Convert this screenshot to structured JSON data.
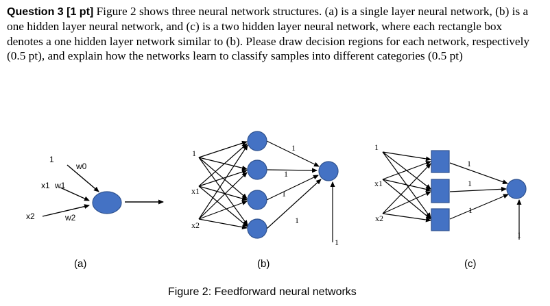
{
  "question": {
    "label": "Question 3 [1 pt]",
    "text": " Figure 2 shows three neural network structures. (a) is a single layer neural network, (b) is a one hidden layer neural network, and (c) is a two hidden layer neural network, where each rectangle box denotes a one hidden layer network similar to (b). Please draw decision regions for each network, respectively (0.5 pt), and explain how the networks learn to classify samples into different categories (0.5 pt)"
  },
  "figure": {
    "caption": "Figure 2: Feedforward neural networks",
    "panels": {
      "a": {
        "label": "(a)",
        "bias_input": "1",
        "bias_weight": "w0",
        "x1": "x1",
        "w1": "w1",
        "x2": "x2",
        "w2": "w2"
      },
      "b": {
        "label": "(b)",
        "input_bias": "1",
        "x1": "x1",
        "x2": "x2",
        "hidden_to_output": [
          "1",
          "1",
          "1",
          "1"
        ],
        "output_bias": "1"
      },
      "c": {
        "label": "(c)",
        "input_bias": "1",
        "x1": "x1",
        "x2": "x2",
        "hidden_to_output": [
          "1",
          "1",
          "1"
        ],
        "output_bias": "1"
      }
    },
    "colors": {
      "node_fill": "#4472C4",
      "node_stroke": "#2F528F",
      "line": "#000000"
    }
  }
}
